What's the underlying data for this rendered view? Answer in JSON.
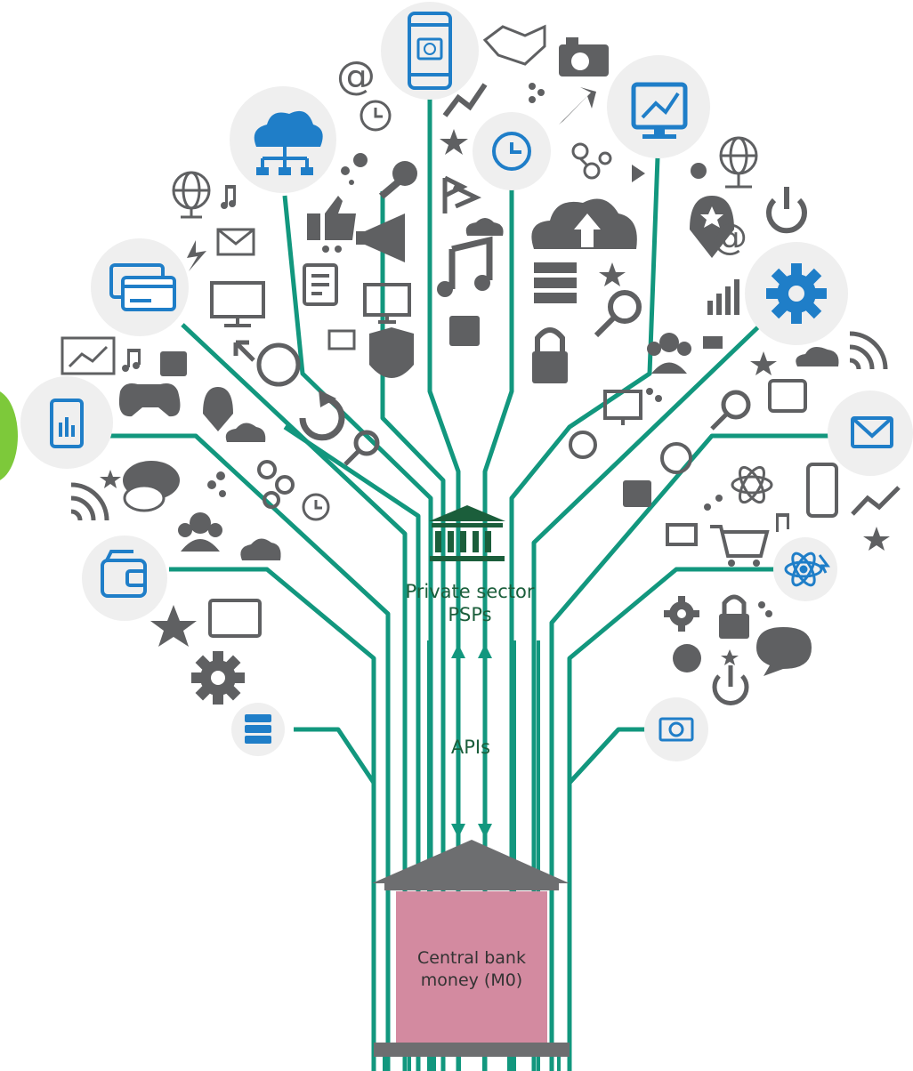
{
  "labels": {
    "private_sector": "Private sector",
    "psps": "PSPs",
    "apis": "APIs",
    "central_bank_line1": "Central bank",
    "central_bank_line2": "money (M0)",
    "email_at": "@"
  },
  "colors": {
    "teal": "#12977e",
    "dark_green": "#1b5e3b",
    "icon_gray": "#5f6062",
    "icon_blue": "#1f7ec8",
    "circle_bg": "#efefef",
    "bank_fill": "#d38aa0",
    "bank_roof": "#6d6e70",
    "green_blob": "#7dc93a"
  },
  "icons": [
    "smartphone-payment-icon",
    "cloud-network-icon",
    "analytics-monitor-icon",
    "credit-cards-icon",
    "gear-icon",
    "tablet-chart-icon",
    "envelope-icon",
    "wallet-icon",
    "atom-cursor-icon",
    "server-icon",
    "banknote-icon",
    "clock-refresh-icon"
  ]
}
